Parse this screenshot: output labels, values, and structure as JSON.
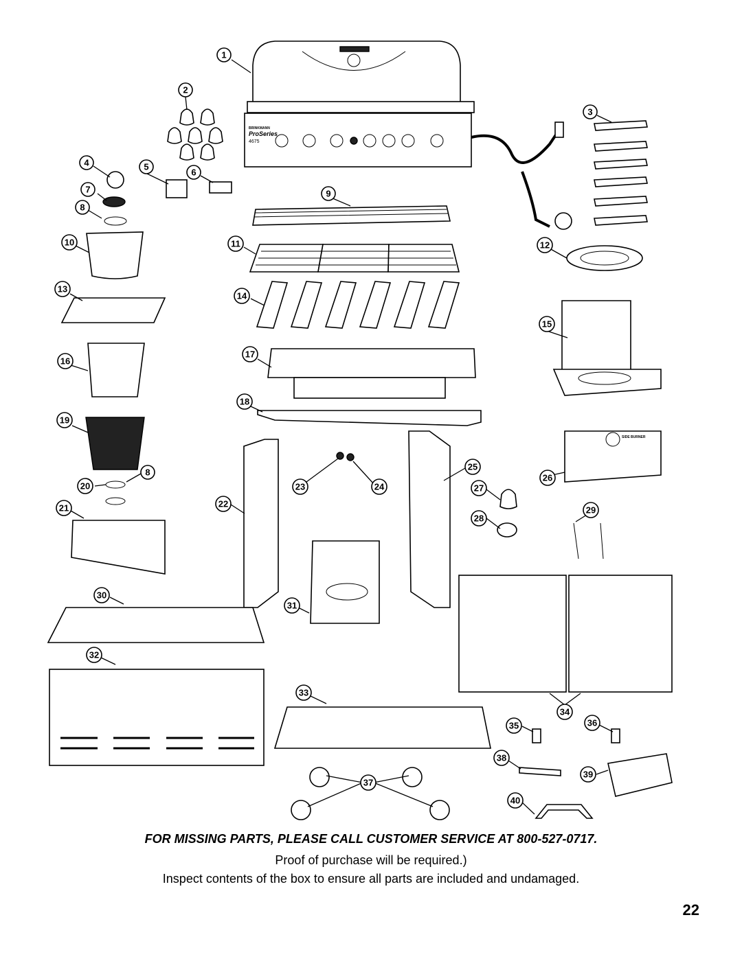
{
  "footer": {
    "missing_parts": "FOR MISSING PARTS, PLEASE CALL CUSTOMER SERVICE AT 800-527-0717.",
    "proof": "Proof of purchase will be required.)",
    "inspect": "Inspect contents of the box to ensure all parts are included and undamaged.",
    "page_number": "22"
  },
  "part_labels": {
    "brand": "BRINKMANN",
    "series": "ProSeries",
    "model": "4675",
    "side_burner": "SIDE BURNER"
  },
  "callouts": [
    "1",
    "2",
    "3",
    "4",
    "5",
    "6",
    "7",
    "8",
    "9",
    "10",
    "11",
    "12",
    "13",
    "14",
    "15",
    "16",
    "17",
    "18",
    "19",
    "8",
    "20",
    "21",
    "22",
    "23",
    "24",
    "25",
    "26",
    "27",
    "28",
    "29",
    "30",
    "31",
    "32",
    "33",
    "34",
    "35",
    "36",
    "37",
    "38",
    "39",
    "40"
  ]
}
